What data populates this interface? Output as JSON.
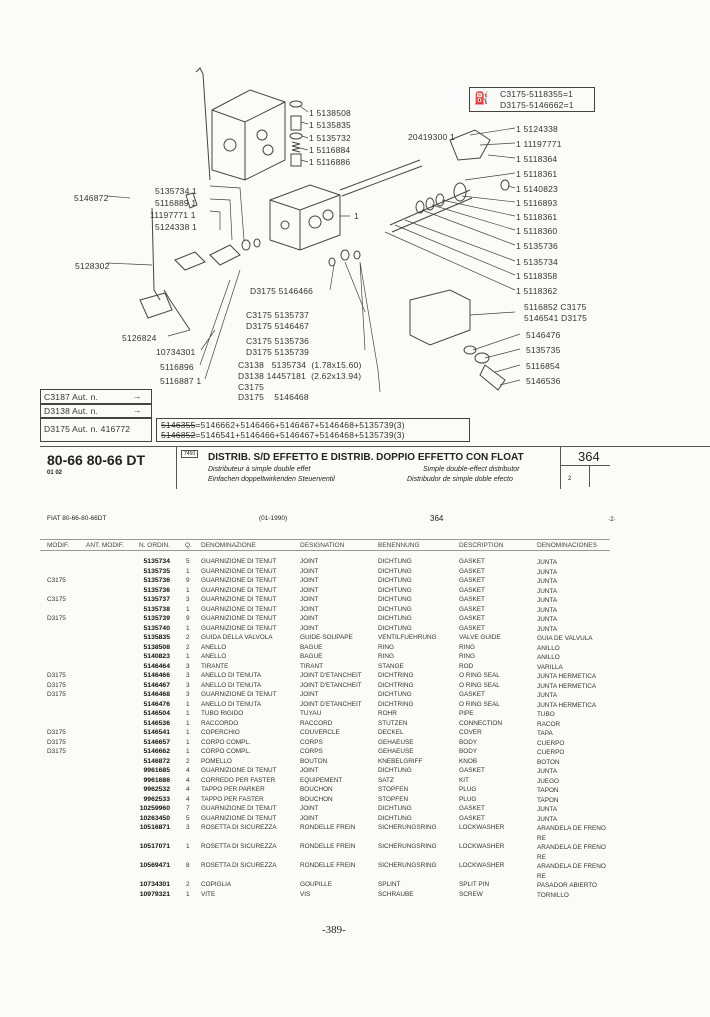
{
  "diagram": {
    "labels": [
      "1 5138508",
      "1 5135835",
      "1 5135732",
      "1 5116884",
      "1 5116886",
      "5135734 1",
      "5116889 1",
      "11197771 1",
      "5124338 1",
      "5146872",
      "5128302",
      "5126824",
      "10734301",
      "5116896",
      "5116887 1",
      "1",
      "20419300 1",
      "D3175 5146466",
      "C3175 5135737",
      "D3175 5146467",
      "C3175 5135736",
      "D3175 5135739",
      "C3138   5135734  (1.78x15.60)",
      "D3138 14457181  (2.62x13.94)",
      "C3175",
      "D3175    5146468",
      "1 5124338",
      "1 11197771",
      "1 5118364",
      "1 5118361",
      "1 5140823",
      "1 5116893",
      "1 5118361",
      "1 5118360",
      "1 5135736",
      "1 5135734",
      "1 5118358",
      "1 5118362",
      "5116852 C3175",
      "5146541 D3175",
      "5146476",
      "5135735",
      "5116854",
      "5146536"
    ],
    "legend": [
      "C3175-5118355=1",
      "D3175-5146662=1"
    ],
    "notes": [
      "C3187 Aut. n.",
      "D3138 Aut. n.",
      "D3175 Aut. n. 416772"
    ],
    "formulas": [
      {
        "old": "5146355",
        "new": "=5146662+5146466+5146467+5146468+5135739(3)"
      },
      {
        "old": "5146852",
        "new": "=5146541+5146466+5146467+5146468+5135739(3)"
      }
    ]
  },
  "header": {
    "model": "80-66 80-66 DT",
    "variants": "01 02",
    "code": "7450",
    "title": "DISTRIB. S/D EFFETTO E DISTRIB. DOPPIO EFFETTO CON FLOAT",
    "fr": "Distributeur à simple double effet",
    "de": "Einfachen doppeltwirkenden Steuerventil",
    "en": "Simple double-effect distributor",
    "es": "Distribudor de simple doble efecto",
    "group": "364",
    "sub": "2"
  },
  "listing": {
    "model": "FIAT 80-66-80-66DT",
    "date": "(01-1990)",
    "group": "364",
    "page_mark": "·2·",
    "columns": [
      "MODIF.",
      "ANT. MODIF.",
      "N. ORDIN.",
      "Q.",
      "DENOMINAZIONE",
      "DESIGNATION",
      "BENENNUNG",
      "DESCRIPTION",
      "DENOMINACIONES"
    ],
    "rows": [
      [
        "",
        "",
        "5135734",
        "5",
        "GUARNIZIONE DI TENUT",
        "JOINT",
        "DICHTUNG",
        "GASKET",
        "JUNTA"
      ],
      [
        "",
        "",
        "5135735",
        "1",
        "GUARNIZIONE DI TENUT",
        "JOINT",
        "DICHTUNG",
        "GASKET",
        "JUNTA"
      ],
      [
        "C3175",
        "",
        "5135736",
        "9",
        "GUARNIZIONE DI TENUT",
        "JOINT",
        "DICHTUNG",
        "GASKET",
        "JUNTA"
      ],
      [
        "",
        "",
        "5135736",
        "1",
        "GUARNIZIONE DI TENUT",
        "JOINT",
        "DICHTUNG",
        "GASKET",
        "JUNTA"
      ],
      [
        "C3175",
        "",
        "5135737",
        "3",
        "GUARNIZIONE DI TENUT",
        "JOINT",
        "DICHTUNG",
        "GASKET",
        "JUNTA"
      ],
      [
        "",
        "",
        "5135738",
        "1",
        "GUARNIZIONE DI TENUT",
        "JOINT",
        "DICHTUNG",
        "GASKET",
        "JUNTA"
      ],
      [
        "D3175",
        "",
        "5135739",
        "9",
        "GUARNIZIONE DI TENUT",
        "JOINT",
        "DICHTUNG",
        "GASKET",
        "JUNTA"
      ],
      [
        "",
        "",
        "5135740",
        "1",
        "GUARNIZIONE DI TENUT",
        "JOINT",
        "DICHTUNG",
        "GASKET",
        "JUNTA"
      ],
      [
        "",
        "",
        "5135835",
        "2",
        "GUIDA DELLA VALVOLA",
        "GUIDE-SOUPAPE",
        "VENTILFUEHRUNG",
        "VALVE GUIDE",
        "GUIA DE VALVULA"
      ],
      [
        "",
        "",
        "5138508",
        "2",
        "ANELLO",
        "BAGUE",
        "RING",
        "RING",
        "ANILLO"
      ],
      [
        "",
        "",
        "5140823",
        "1",
        "ANELLO",
        "BAGUE",
        "RING",
        "RING",
        "ANILLO"
      ],
      [
        "",
        "",
        "5146464",
        "3",
        "TIRANTE",
        "TIRANT",
        "STANGE",
        "ROD",
        "VARILLA"
      ],
      [
        "D3175",
        "",
        "5146466",
        "3",
        "ANELLO DI TENUTA",
        "JOINT D'ETANCHEIT",
        "DICHTRING",
        "O RING SEAL",
        "JUNTA HERMETICA"
      ],
      [
        "D3175",
        "",
        "5146467",
        "3",
        "ANELLO DI TENUTA",
        "JOINT D'ETANCHEIT",
        "DICHTRING",
        "O RING SEAL",
        "JUNTA HERMETICA"
      ],
      [
        "D3175",
        "",
        "5146468",
        "3",
        "GUARNIZIONE DI TENUT",
        "JOINT",
        "DICHTUNG",
        "GASKET",
        "JUNTA"
      ],
      [
        "",
        "",
        "5146476",
        "1",
        "ANELLO DI TENUTA",
        "JOINT D'ETANCHEIT",
        "DICHTRING",
        "O RING SEAL",
        "JUNTA HERMETICA"
      ],
      [
        "",
        "",
        "5146504",
        "1",
        "TUBO RIGIDO",
        "TUYAU",
        "ROHR",
        "PIPE",
        "TUBO"
      ],
      [
        "",
        "",
        "5146536",
        "1",
        "RACCORDO",
        "RACCORD",
        "STUTZEN",
        "CONNECTION",
        "RACOR"
      ],
      [
        "D3175",
        "",
        "5146541",
        "1",
        "COPERCHIO",
        "COUVERCLE",
        "DECKEL",
        "COVER",
        "TAPA"
      ],
      [
        "D3175",
        "",
        "5146657",
        "1",
        "CORPO COMPL.",
        "CORPS",
        "GEHAEUSE",
        "BODY",
        "CUERPO"
      ],
      [
        "D3175",
        "",
        "5146662",
        "1",
        "CORPO COMPL.",
        "CORPS",
        "GEHAEUSE",
        "BODY",
        "CUERPO"
      ],
      [
        "",
        "",
        "5146872",
        "2",
        "POMELLO",
        "BOUTON",
        "KNEBELGRIFF",
        "KNOB",
        "BOTON"
      ],
      [
        "",
        "",
        "9961685",
        "4",
        "GUARNIZIONE DI TENUT",
        "JOINT",
        "DICHTUNG",
        "GASKET",
        "JUNTA"
      ],
      [
        "",
        "",
        "9961686",
        "4",
        "CORREDO PER FASTER",
        "EQUIPEMENT",
        "SATZ",
        "KIT",
        "JUEGO"
      ],
      [
        "",
        "",
        "9962532",
        "4",
        "TAPPO PER PARKER",
        "BOUCHON",
        "STOPFEN",
        "PLUG",
        "TAPON"
      ],
      [
        "",
        "",
        "9962533",
        "4",
        "TAPPO PER FASTER",
        "BOUCHON",
        "STOPFEN",
        "PLUG",
        "TAPON"
      ],
      [
        "",
        "",
        "10259960",
        "7",
        "GUARNIZIONE DI TENUT",
        "JOINT",
        "DICHTUNG",
        "GASKET",
        "JUNTA"
      ],
      [
        "",
        "",
        "10263450",
        "5",
        "GUARNIZIONE DI TENUT",
        "JOINT",
        "DICHTUNG",
        "GASKET",
        "JUNTA"
      ],
      [
        "",
        "",
        "10516871",
        "3",
        "ROSETTA DI SICUREZZA",
        "RONDELLE FREIN",
        "SICHERUNGSRING",
        "LOCKWASHER",
        "ARANDELA DE FRENO RE"
      ],
      [
        "",
        "",
        "10517071",
        "1",
        "ROSETTA DI SICUREZZA",
        "RONDELLE FREIN",
        "SICHERUNGSRING",
        "LOCKWASHER",
        "ARANDELA DE FRENO RE"
      ],
      [
        "",
        "",
        "10569471",
        "8",
        "ROSETTA DI SICUREZZA",
        "RONDELLE FREIN",
        "SICHERUNGSRING",
        "LOCKWASHER",
        "ARANDELA DE FRENO RE"
      ],
      [
        "",
        "",
        "10734301",
        "2",
        "COPIGLIA",
        "GOUPILLE",
        "SPLINT",
        "SPLIT PIN",
        "PASADOR ABIERTO"
      ],
      [
        "",
        "",
        "10979321",
        "1",
        "VITE",
        "VIS",
        "SCHRAUBE",
        "SCREW",
        "TORNILLO"
      ]
    ]
  },
  "footer": {
    "page": "-389-"
  }
}
